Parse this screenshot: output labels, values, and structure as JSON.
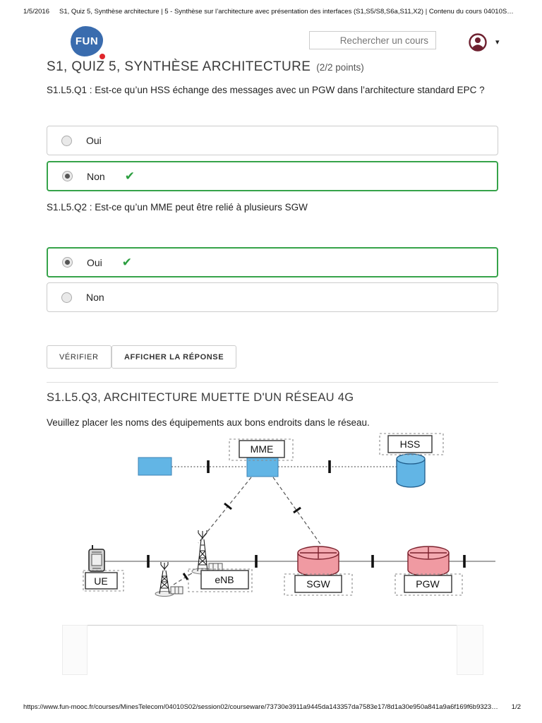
{
  "print_header": {
    "date": "1/5/2016",
    "title": "S1, Quiz 5, Synthèse architecture | 5 - Synthèse sur l’architecture avec présentation des interfaces (S1,S5/S8,S6a,S11,X2) | Contenu du cours 04010S…"
  },
  "site_header": {
    "logo_text": "FUN",
    "search_placeholder": "Rechercher un cours"
  },
  "icons": {
    "correct_check": "✔",
    "caret_down": "▾"
  },
  "quiz": {
    "title": "S1, QUIZ 5, SYNTHÈSE ARCHITECTURE",
    "points": "(2/2 points)",
    "q1": {
      "text": "S1.L5.Q1 : Est-ce qu’un HSS échange des messages avec un PGW dans l’architecture standard EPC ?",
      "options": [
        {
          "label": "Oui",
          "selected": false,
          "correct": false
        },
        {
          "label": "Non",
          "selected": true,
          "correct": true
        }
      ]
    },
    "q2": {
      "text": "S1.L5.Q2 : Est-ce qu’un MME peut être relié à plusieurs SGW",
      "options": [
        {
          "label": "Oui",
          "selected": true,
          "correct": true
        },
        {
          "label": "Non",
          "selected": false,
          "correct": false
        }
      ]
    },
    "buttons": {
      "verify": "VÉRIFIER",
      "show_answer": "AFFICHER LA RÉPONSE"
    }
  },
  "q3": {
    "title": "S1.L5.Q3, ARCHITECTURE MUETTE D'UN RÉSEAU 4G",
    "instruction": "Veuillez placer les noms des équipements aux bons endroits dans le réseau.",
    "labels": {
      "mme": "MME",
      "hss": "HSS",
      "ue": "UE",
      "enb": "eNB",
      "sgw": "SGW",
      "pgw": "PGW"
    }
  },
  "print_footer": {
    "url": "https://www.fun-mooc.fr/courses/MinesTelecom/04010S02/session02/courseware/73730e3911a9445da143357da7583e17/8d1a30e950a841a9a6f169f6b9323…",
    "page": "1/2"
  },
  "colors": {
    "accent_green": "#36a34a",
    "check_green": "#2b9e3f",
    "node_blue": "#62b5e5",
    "node_pink": "#f09aa2",
    "logo_blue": "#3a6cae",
    "logo_red": "#e0262b",
    "avatar_maroon": "#6e2130"
  }
}
